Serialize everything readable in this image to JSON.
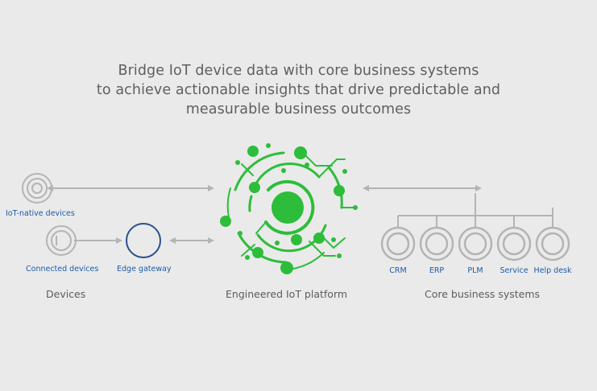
{
  "headline": {
    "line1": "Bridge IoT device data with core business systems",
    "line2": "to achieve actionable insights that drive predictable and",
    "line3": "measurable business outcomes"
  },
  "devices": {
    "iot_native_label": "IoT-native devices",
    "connected_label": "Connected devices",
    "gateway_label": "Edge gateway",
    "section_label": "Devices"
  },
  "platform": {
    "section_label": "Engineered IoT platform"
  },
  "business": {
    "section_label": "Core business systems",
    "systems": [
      "CRM",
      "ERP",
      "PLM",
      "Service",
      "Help desk"
    ]
  },
  "colors": {
    "background": "#eaeaea",
    "platform_green": "#2dbd3a",
    "label_blue": "#1c5ca8",
    "gateway_ring": "#2a4f8c",
    "connector_grey": "#b4b4b4"
  },
  "icons": {
    "iot_native": "concentric-target-icon",
    "connected": "circle-plug-icon",
    "gateway": "ring-icon",
    "platform": "circuit-circle-icon"
  }
}
